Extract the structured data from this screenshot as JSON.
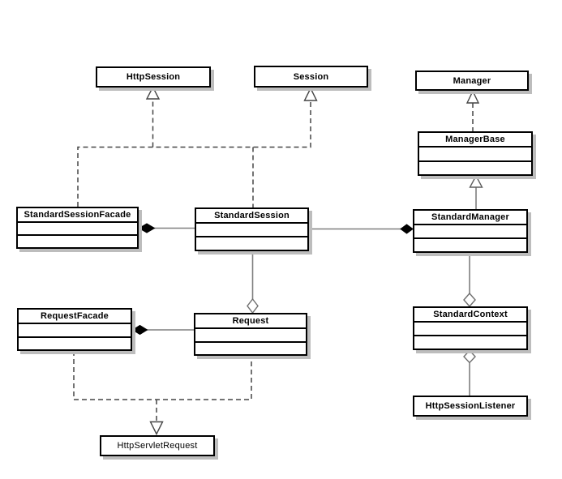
{
  "classes": [
    {
      "name": "HttpSession"
    },
    {
      "name": "Session"
    },
    {
      "name": "Manager"
    },
    {
      "name": "ManagerBase"
    },
    {
      "name": "StandardSessionFacade"
    },
    {
      "name": "StandardSession"
    },
    {
      "name": "StandardManager"
    },
    {
      "name": "RequestFacade"
    },
    {
      "name": "Request"
    },
    {
      "name": "StandardContext"
    },
    {
      "name": "HttpSessionListener"
    },
    {
      "name": "HttpServletRequest"
    }
  ],
  "relationships": [
    {
      "from": "StandardSessionFacade",
      "to": "HttpSession",
      "type": "realization",
      "line": "dashed",
      "arrowhead": "hollow-triangle"
    },
    {
      "from": "StandardSession",
      "to": "HttpSession",
      "type": "realization",
      "line": "dashed",
      "arrowhead": "hollow-triangle"
    },
    {
      "from": "StandardSessionFacade",
      "to": "Session",
      "type": "realization",
      "line": "dashed",
      "arrowhead": "hollow-triangle"
    },
    {
      "from": "StandardSession",
      "to": "Session",
      "type": "realization",
      "line": "dashed",
      "arrowhead": "hollow-triangle"
    },
    {
      "from": "ManagerBase",
      "to": "Manager",
      "type": "realization",
      "line": "dashed",
      "arrowhead": "hollow-triangle"
    },
    {
      "from": "StandardManager",
      "to": "ManagerBase",
      "type": "generalization",
      "line": "solid",
      "arrowhead": "hollow-triangle"
    },
    {
      "owner": "StandardSessionFacade",
      "part": "StandardSession",
      "type": "composition",
      "diamond": "filled"
    },
    {
      "owner": "StandardManager",
      "part": "StandardSession",
      "type": "composition",
      "diamond": "filled"
    },
    {
      "owner": "Request",
      "part": "StandardSession",
      "type": "aggregation",
      "diamond": "hollow"
    },
    {
      "owner": "RequestFacade",
      "part": "Request",
      "type": "composition",
      "diamond": "filled"
    },
    {
      "owner": "StandardContext",
      "part": "StandardManager",
      "type": "aggregation",
      "diamond": "hollow"
    },
    {
      "owner": "StandardContext",
      "part": "HttpSessionListener",
      "type": "aggregation",
      "diamond": "hollow"
    },
    {
      "from": "RequestFacade",
      "to": "HttpServletRequest",
      "type": "realization",
      "line": "dashed",
      "arrowhead": "hollow-triangle"
    },
    {
      "from": "Request",
      "to": "HttpServletRequest",
      "type": "realization",
      "line": "dashed",
      "arrowhead": "hollow-triangle"
    }
  ],
  "colors": {
    "background": "#ffffff",
    "box_fill": "#ffffff",
    "box_border": "#000000",
    "box_shadow": "#bdbdbd",
    "solid_line": "#7f7f7f",
    "dashed_line": "#454545",
    "text": "#000000"
  }
}
